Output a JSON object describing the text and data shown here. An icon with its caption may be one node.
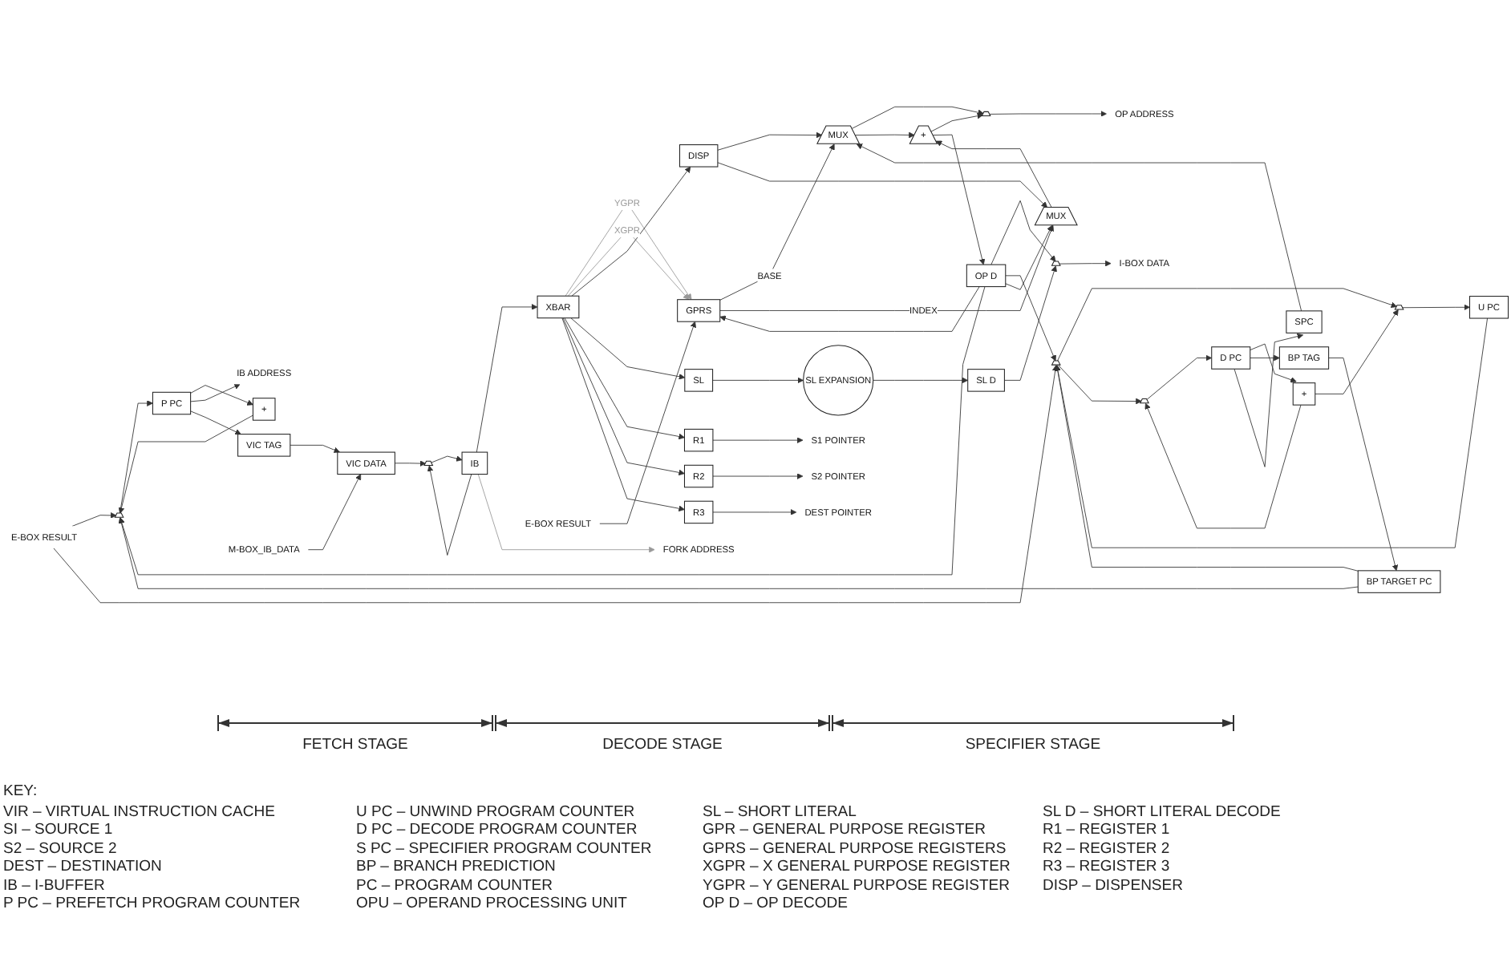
{
  "diagram": {
    "nodes": [
      {
        "text": [
          "E-BOX RESULT"
        ]
      },
      {
        "text": [],
        "shape": "trapezoid"
      },
      {
        "text": [
          "P PC"
        ]
      },
      {
        "text": [
          "+"
        ]
      },
      {
        "text": [
          "IB ADDRESS"
        ]
      },
      {
        "text": [
          "VIC TAG"
        ]
      },
      {
        "text": [
          "M-BOX_IB_DATA"
        ]
      },
      {
        "text": [
          "VIC DATA"
        ]
      },
      {
        "text": [],
        "shape": "trapezoid"
      },
      {
        "text": [],
        "shape": "trapezoid"
      },
      {
        "text": [
          "IB"
        ]
      },
      {
        "text": [],
        "shape": "trapezoid"
      },
      {
        "text": [
          "U PC"
        ]
      },
      {
        "text": [],
        "shape": "trapezoid"
      },
      {
        "text": [
          "D PC"
        ]
      },
      {
        "text": [
          "+"
        ]
      },
      {
        "text": [
          "BP TARGET PC"
        ]
      },
      {
        "text": [
          "BP TAG"
        ]
      },
      {
        "text": [
          "XBAR"
        ]
      },
      {
        "text": [
          "FORK ADDRESS"
        ]
      },
      {
        "text": [
          "E-BOX RESULT"
        ]
      },
      {
        "text": [
          "GPRS"
        ]
      },
      {
        "text": [
          "SPC"
        ]
      },
      {
        "text": [
          "DISP"
        ]
      },
      {
        "text": [
          "SL"
        ]
      },
      {
        "text": [
          "R1"
        ]
      },
      {
        "text": [
          "S1 POINTER"
        ]
      },
      {
        "text": [
          "R2"
        ]
      },
      {
        "text": [
          "S2 POINTER"
        ]
      },
      {
        "text": [
          "R3"
        ]
      },
      {
        "text": [
          "DEST POINTER"
        ]
      },
      {
        "text": [
          "SL EXPANSION"
        ]
      },
      {
        "text": [
          "MUX"
        ]
      },
      {
        "text": [
          "MUX"
        ]
      },
      {
        "text": [
          "+"
        ]
      },
      {
        "text": [],
        "shape": "trapezoid"
      },
      {
        "text": [
          "OP ADDRESS"
        ]
      },
      {
        "text": [
          "OP D"
        ]
      },
      {
        "text": [
          "SL D"
        ]
      },
      {
        "text": [],
        "shape": "trapezoid"
      },
      {
        "text": [
          "I-BOX DATA"
        ]
      }
    ],
    "edges": [
      {
        "from": 0,
        "to": 1,
        "arrow": "to"
      },
      {
        "from": 1,
        "to": 2,
        "arrow": "to"
      },
      {
        "from": 2,
        "to": 3,
        "arrow": "to"
      },
      {
        "from": 3,
        "to": 1,
        "arrow": "to"
      },
      {
        "from": 2,
        "to": 4,
        "arrow": "to"
      },
      {
        "from": 2,
        "to": 5,
        "arrow": "to"
      },
      {
        "from": 5,
        "to": 7,
        "arrow": "to"
      },
      {
        "from": 6,
        "to": 7,
        "arrow": "to"
      },
      {
        "from": 7,
        "to": 9,
        "arrow": "to"
      },
      {
        "from": 9,
        "to": 10,
        "arrow": "to"
      },
      {
        "from": 10,
        "to": 9,
        "arrow": "to"
      },
      {
        "from": 10,
        "to": 18,
        "arrow": "to"
      },
      {
        "from": 10,
        "to": 19,
        "arrow": "to",
        "color": "#999999"
      },
      {
        "from": 0,
        "to": 8,
        "arrow": "to"
      },
      {
        "from": 16,
        "to": 1,
        "arrow": "to"
      },
      {
        "from": 16,
        "to": 8,
        "arrow": "to"
      },
      {
        "from": 12,
        "to": 8,
        "arrow": "to"
      },
      {
        "from": 8,
        "to": 11,
        "arrow": "to"
      },
      {
        "from": 8,
        "to": 13,
        "arrow": "to"
      },
      {
        "from": 11,
        "to": 12,
        "arrow": "to"
      },
      {
        "from": 13,
        "to": 14,
        "arrow": "to"
      },
      {
        "from": 15,
        "to": 11,
        "arrow": "to"
      },
      {
        "from": 15,
        "to": 13,
        "arrow": "to"
      },
      {
        "from": 14,
        "to": 15,
        "arrow": "to"
      },
      {
        "from": 14,
        "to": 17,
        "arrow": "to"
      },
      {
        "from": 17,
        "to": 16,
        "arrow": "to"
      },
      {
        "from": 14,
        "to": 22,
        "arrow": "to"
      },
      {
        "from": 20,
        "to": 21,
        "arrow": "to"
      },
      {
        "from": 18,
        "to": 21,
        "arrow": "to",
        "label": "YGPR",
        "color": "#999999"
      },
      {
        "from": 18,
        "to": 21,
        "arrow": "to",
        "label": "XGPR",
        "color": "#999999"
      },
      {
        "from": 18,
        "to": 23,
        "arrow": "to"
      },
      {
        "from": 18,
        "to": 24,
        "arrow": "to"
      },
      {
        "from": 18,
        "to": 25,
        "arrow": "to"
      },
      {
        "from": 18,
        "to": 27,
        "arrow": "to"
      },
      {
        "from": 18,
        "to": 29,
        "arrow": "to"
      },
      {
        "from": 24,
        "to": 31,
        "arrow": "to"
      },
      {
        "from": 25,
        "to": 26,
        "arrow": "to"
      },
      {
        "from": 27,
        "to": 28,
        "arrow": "to"
      },
      {
        "from": 29,
        "to": 30,
        "arrow": "to"
      },
      {
        "from": 31,
        "to": 38,
        "arrow": "to"
      },
      {
        "from": 22,
        "to": 32,
        "arrow": "to"
      },
      {
        "from": 21,
        "to": 32,
        "arrow": "to",
        "label": "BASE"
      },
      {
        "from": 21,
        "to": 33,
        "arrow": "to",
        "label": "INDEX"
      },
      {
        "from": 23,
        "to": 32,
        "arrow": "to"
      },
      {
        "from": 23,
        "to": 33,
        "arrow": "to"
      },
      {
        "from": 32,
        "to": 35,
        "arrow": "to"
      },
      {
        "from": 32,
        "to": 34,
        "arrow": "to"
      },
      {
        "from": 33,
        "to": 34,
        "arrow": "to"
      },
      {
        "from": 34,
        "to": 35,
        "arrow": "to"
      },
      {
        "from": 34,
        "to": 37,
        "arrow": "to"
      },
      {
        "from": 35,
        "to": 36,
        "arrow": "to"
      },
      {
        "from": 37,
        "to": 39,
        "arrow": "to"
      },
      {
        "from": 38,
        "to": 39,
        "arrow": "to"
      },
      {
        "from": 39,
        "to": 40,
        "arrow": "to"
      },
      {
        "from": 37,
        "to": 1,
        "arrow": "to"
      },
      {
        "from": 37,
        "to": 8,
        "arrow": "to"
      },
      {
        "from": 37,
        "to": 21,
        "arrow": "to"
      },
      {
        "from": 37,
        "to": 33,
        "arrow": "to"
      }
    ],
    "labels": [
      "FETCH STAGE",
      "DECODE STAGE",
      "SPECIFIER STAGE",
      "KEY:",
      "VIR – VIRTUAL INSTRUCTION CACHE",
      "SI – SOURCE 1",
      "S2 – SOURCE 2",
      "DEST – DESTINATION",
      "IB – I-BUFFER",
      "P PC – PREFETCH PROGRAM COUNTER",
      "U PC – UNWIND PROGRAM COUNTER",
      "D PC – DECODE PROGRAM COUNTER",
      "S PC – SPECIFIER PROGRAM COUNTER",
      "BP – BRANCH PREDICTION",
      "PC – PROGRAM COUNTER",
      "OPU – OPERAND PROCESSING UNIT",
      "SL – SHORT LITERAL",
      "GPR – GENERAL PURPOSE REGISTER",
      "GPRS – GENERAL PURPOSE REGISTERS",
      "XGPR – X GENERAL PURPOSE REGISTER",
      "YGPR – Y GENERAL PURPOSE REGISTER",
      "OP D – OP DECODE",
      "SL D – SHORT LITERAL DECODE",
      "R1 – REGISTER 1",
      "R2 – REGISTER 2",
      "R3 – REGISTER 3",
      "DISP – DISPENSER"
    ]
  }
}
